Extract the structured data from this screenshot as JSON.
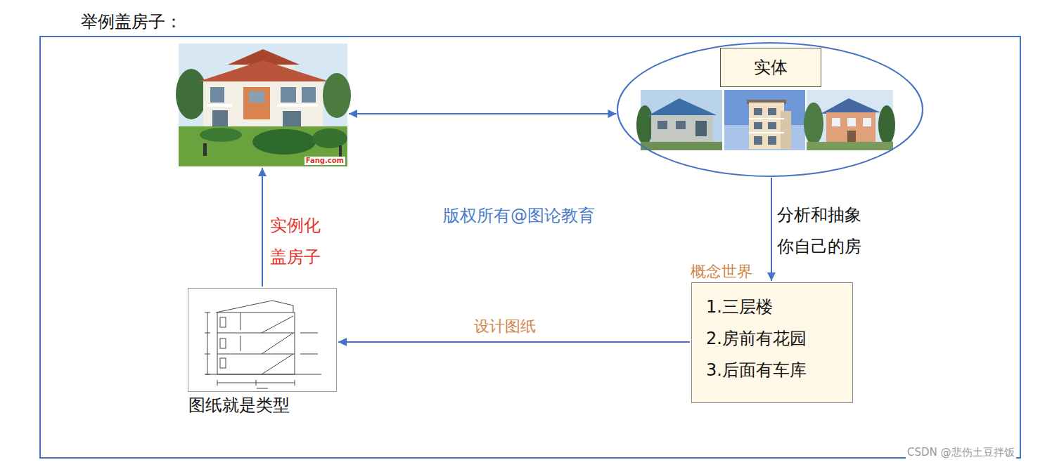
{
  "diagram": {
    "title": "举例盖房子：",
    "nodes": [
      {
        "text": [
          "Fang.com"
        ]
      },
      {
        "text": [
          "实体"
        ]
      },
      {
        "text": [
          "概念世界",
          "1.三层楼",
          "2.房前有花园",
          "3.后面有车库"
        ]
      },
      {
        "text": [
          "图纸就是类型"
        ]
      }
    ],
    "edges": [
      {
        "from": 0,
        "to": 1,
        "arrow": "both"
      },
      {
        "from": 1,
        "to": 2,
        "label": "分析和抽象 你自己的房",
        "arrow": "to"
      },
      {
        "from": 2,
        "to": 3,
        "label": "设计图纸",
        "arrow": "to"
      },
      {
        "from": 3,
        "to": 0,
        "label": "实例化 盖房子",
        "arrow": "to"
      }
    ],
    "labels": [
      "版权所有@图论教育",
      "CSDN @悲伤土豆拌饭"
    ]
  }
}
